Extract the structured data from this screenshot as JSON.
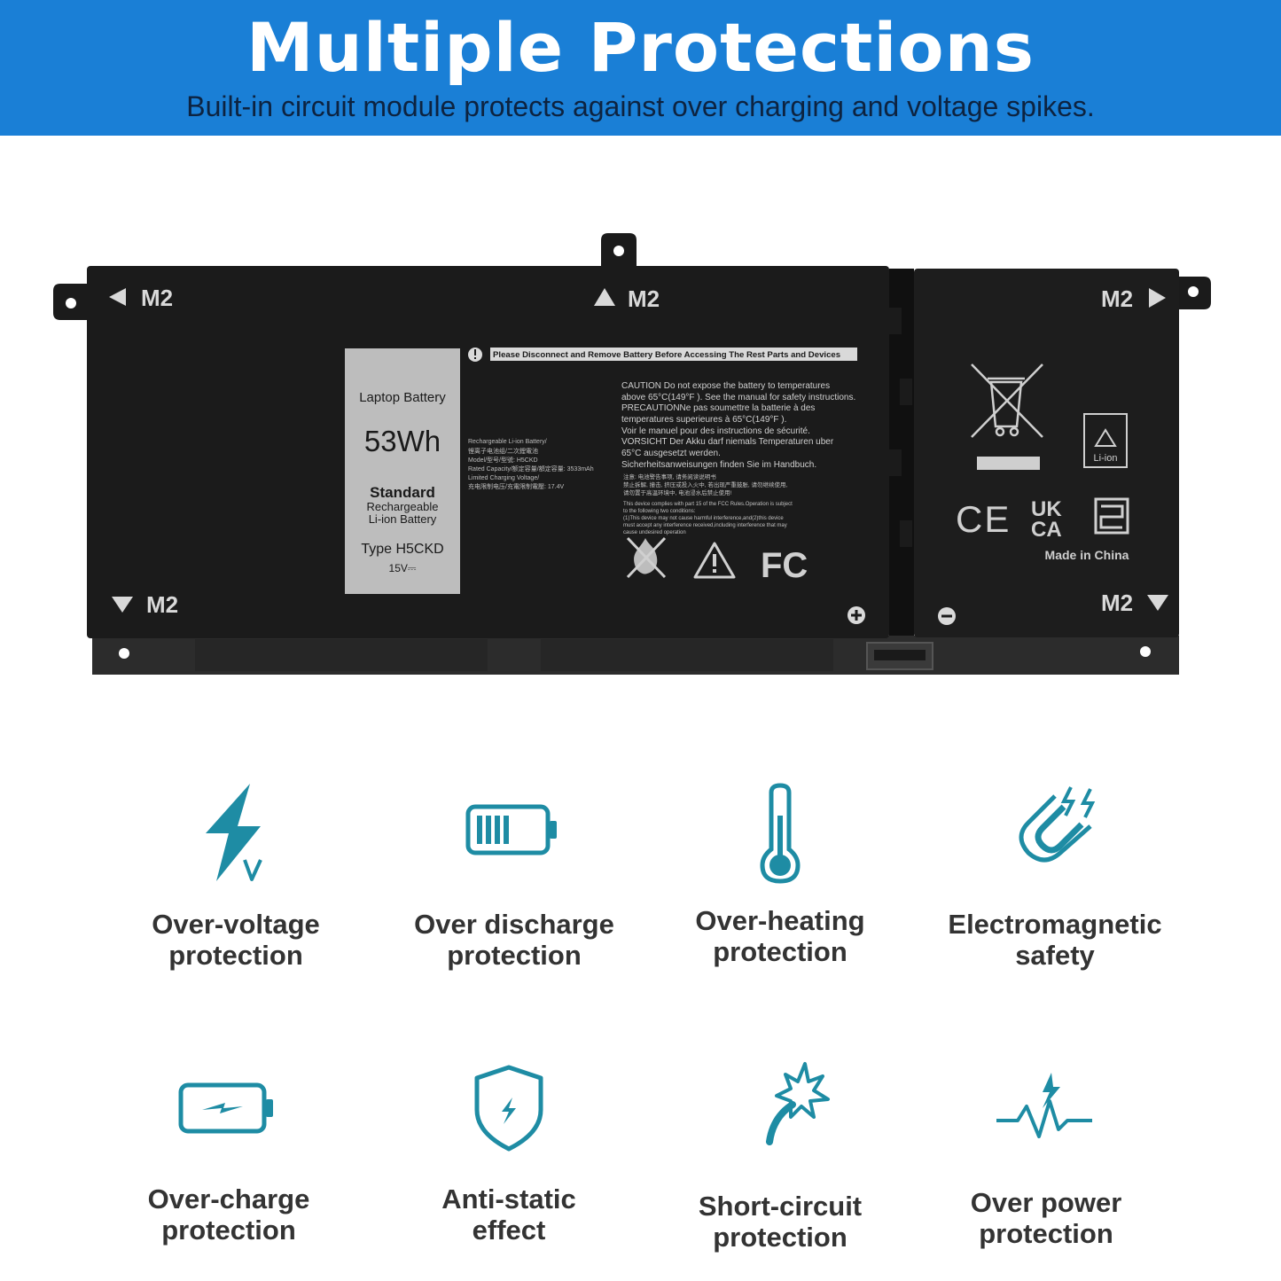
{
  "banner": {
    "title": "Multiple Protections",
    "subtitle": "Built-in circuit module protects against over charging and voltage spikes."
  },
  "battery": {
    "markers": {
      "top_left": "M2",
      "top_center": "M2",
      "top_right": "M2",
      "bottom_left": "M2",
      "bottom_right": "M2"
    },
    "label": {
      "line1": "Laptop Battery",
      "capacity": "53Wh",
      "standard": "Standard",
      "rechargeable": "Rechargeable",
      "chemistry": "Li-ion Battery",
      "type": "Type H5CKD",
      "voltage": "15V⎓"
    },
    "warning_banner": "Please Disconnect and Remove Battery Before Accessing The Rest Parts and Devices",
    "specs": [
      "Rechargeable Li-ion Battery/",
      "锂离子电池组/二次鋰電池",
      "Model/型号/型號: H5CKD",
      "Rated Capacity/额定容量/額定容量: 3533mAh",
      "Limited Charging Voltage/",
      "充电限制电压/充電限制電壓: 17.4V"
    ],
    "caution": [
      "CAUTION Do not expose the battery to temperatures",
      "above 65°C(149°F ). See the manual for safety instructions.",
      "PRECAUTIONNe pas soumettre la batterie à des",
      "temperatures superieures à 65°C(149°F ).",
      "Voir le manuel pour des instructions de sécurité.",
      "VORSICHT Der Akku darf niemals Temperaturen uber",
      "65°C ausgesetzt werden.",
      "Sicherheitsanweisungen finden Sie im Handbuch."
    ],
    "chinese_note": [
      "注意: 电池警告事项, 请务阅读说明书",
      "禁止拆解, 撞击, 挤压或投入火中, 若出现严重鼓胀, 请勿继续使用,",
      "请勿置于高温环境中, 电池浸水后禁止使用!"
    ],
    "fcc_note": [
      "This device complies with part 15 of the FCC Rules.Operation is subject",
      "to the following two conditions:",
      "(1)This device may not cause harmful interference,and(2)this device",
      "must accept any interference received,including interference that may",
      "cause undesired operation"
    ],
    "cert_logos": {
      "ce": "CE",
      "ukca_top": "UK",
      "ukca_bottom": "CA",
      "fcc": "FC"
    },
    "liion_label": "Li-ion",
    "made_in": "Made in China"
  },
  "features": [
    {
      "icon": "lightning-voltage-icon",
      "line1": "Over-voltage",
      "line2": "protection"
    },
    {
      "icon": "low-battery-icon",
      "line1": "Over discharge",
      "line2": "protection"
    },
    {
      "icon": "thermometer-icon",
      "line1": "Over-heating",
      "line2": "protection"
    },
    {
      "icon": "magnet-icon",
      "line1": "Electromagnetic",
      "line2": "safety"
    },
    {
      "icon": "charging-battery-icon",
      "line1": "Over-charge",
      "line2": "protection"
    },
    {
      "icon": "shield-bolt-icon",
      "line1": "Anti-static",
      "line2": "effect"
    },
    {
      "icon": "spark-wire-icon",
      "line1": "Short-circuit",
      "line2": "protection"
    },
    {
      "icon": "power-pulse-icon",
      "line1": "Over power",
      "line2": "protection"
    }
  ],
  "colors": {
    "banner": "#1a7fd6",
    "icon_teal": "#1e8ca4",
    "battery_body": "#1b1b1b"
  }
}
